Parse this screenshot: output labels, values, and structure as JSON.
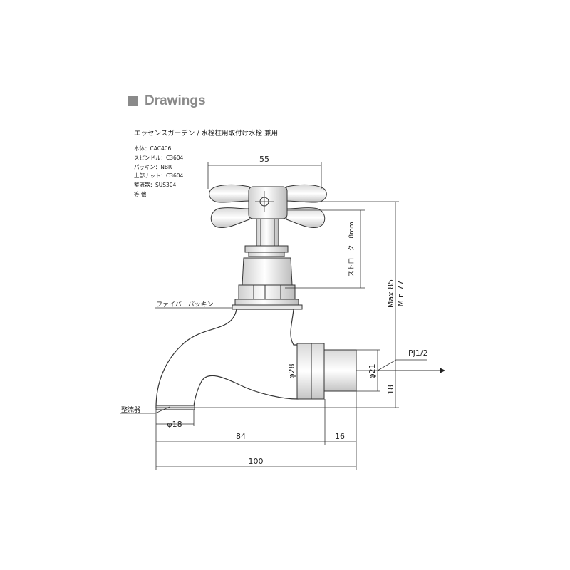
{
  "heading": {
    "title": "Drawings",
    "square_color": "#8a8a8a"
  },
  "subtitle": "エッセンスガーデン / 水栓柱用取付け水栓 兼用",
  "specs": [
    "本体：CAC406",
    "スピンドル：C3604",
    "パッキン：NBR",
    "上部ナット：C3604",
    "整流器：SUS304",
    "等 他"
  ],
  "dimensions": {
    "handle_width": "55",
    "stroke": "ストローク　8mm",
    "max_height": "Max 85",
    "min_height": "Min 77",
    "spout_outlet": "φ18",
    "body_diameter": "φ28",
    "thread_diameter": "φ21",
    "thread_height": "18",
    "spout_length": "84",
    "thread_length": "16",
    "total_length": "100",
    "thread_spec": "PJ1/2"
  },
  "labels": {
    "fiber_packing": "ファイバーパッキン",
    "aerator": "整流器"
  }
}
